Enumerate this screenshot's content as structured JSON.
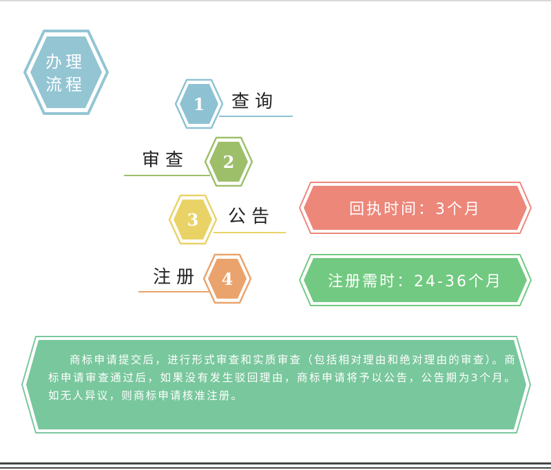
{
  "badge": {
    "line1": "办理",
    "line2": "流程",
    "color": "#93c5d3"
  },
  "steps": [
    {
      "number": "1",
      "label": "查询",
      "color": "#8ec2d2"
    },
    {
      "number": "2",
      "label": "审查",
      "color": "#9dbf6a"
    },
    {
      "number": "3",
      "label": "公告",
      "color": "#e9d367"
    },
    {
      "number": "4",
      "label": "注册",
      "color": "#eaa36c"
    }
  ],
  "pills": [
    {
      "text": "回执时间：3个月",
      "color": "#ec877a"
    },
    {
      "text": "注册需时：24-36个月",
      "color": "#72c981"
    }
  ],
  "description": {
    "text": "商标申请提交后，进行形式审查和实质审查（包括相对理由和绝对理由的审查）。商标申请审查通过后，如果没有发生驳回理由，商标申请将予以公告，公告期为3个月。如无人异议，则商标申请核准注册。",
    "color": "#79c79d"
  }
}
